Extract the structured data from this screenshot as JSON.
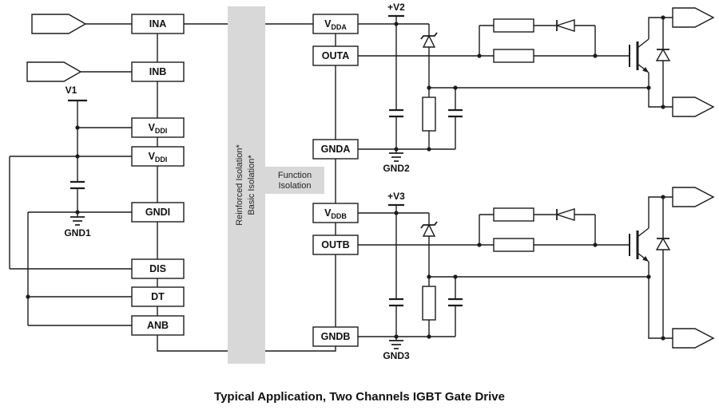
{
  "caption": "Typical Application, Two Channels IGBT Gate Drive",
  "chip": {
    "left_pins": [
      {
        "label": "INA"
      },
      {
        "label": "INB"
      },
      {
        "main": "V",
        "sub": "DDI"
      },
      {
        "main": "V",
        "sub": "DDI"
      },
      {
        "label": "GNDI"
      },
      {
        "label": "DIS"
      },
      {
        "label": "DT"
      },
      {
        "label": "ANB"
      }
    ],
    "right_pins": [
      {
        "main": "V",
        "sub": "DDA"
      },
      {
        "label": "OUTA"
      },
      {
        "label": "GNDA"
      },
      {
        "main": "V",
        "sub": "DDB"
      },
      {
        "label": "OUTB"
      },
      {
        "label": "GNDB"
      }
    ],
    "isolation_left": "Reinforced Isolation*",
    "isolation_right": "Basic Isolation*",
    "function_isolation": [
      "Function",
      "Isolation"
    ]
  },
  "nets": {
    "v1": "V1",
    "gnd1": "GND1",
    "v2": "+V2",
    "gnd2": "GND2",
    "v3": "+V3",
    "gnd3": "GND3"
  },
  "colors": {
    "line": "#1c1c1c",
    "isolation_fill": "#d8d8d8"
  }
}
